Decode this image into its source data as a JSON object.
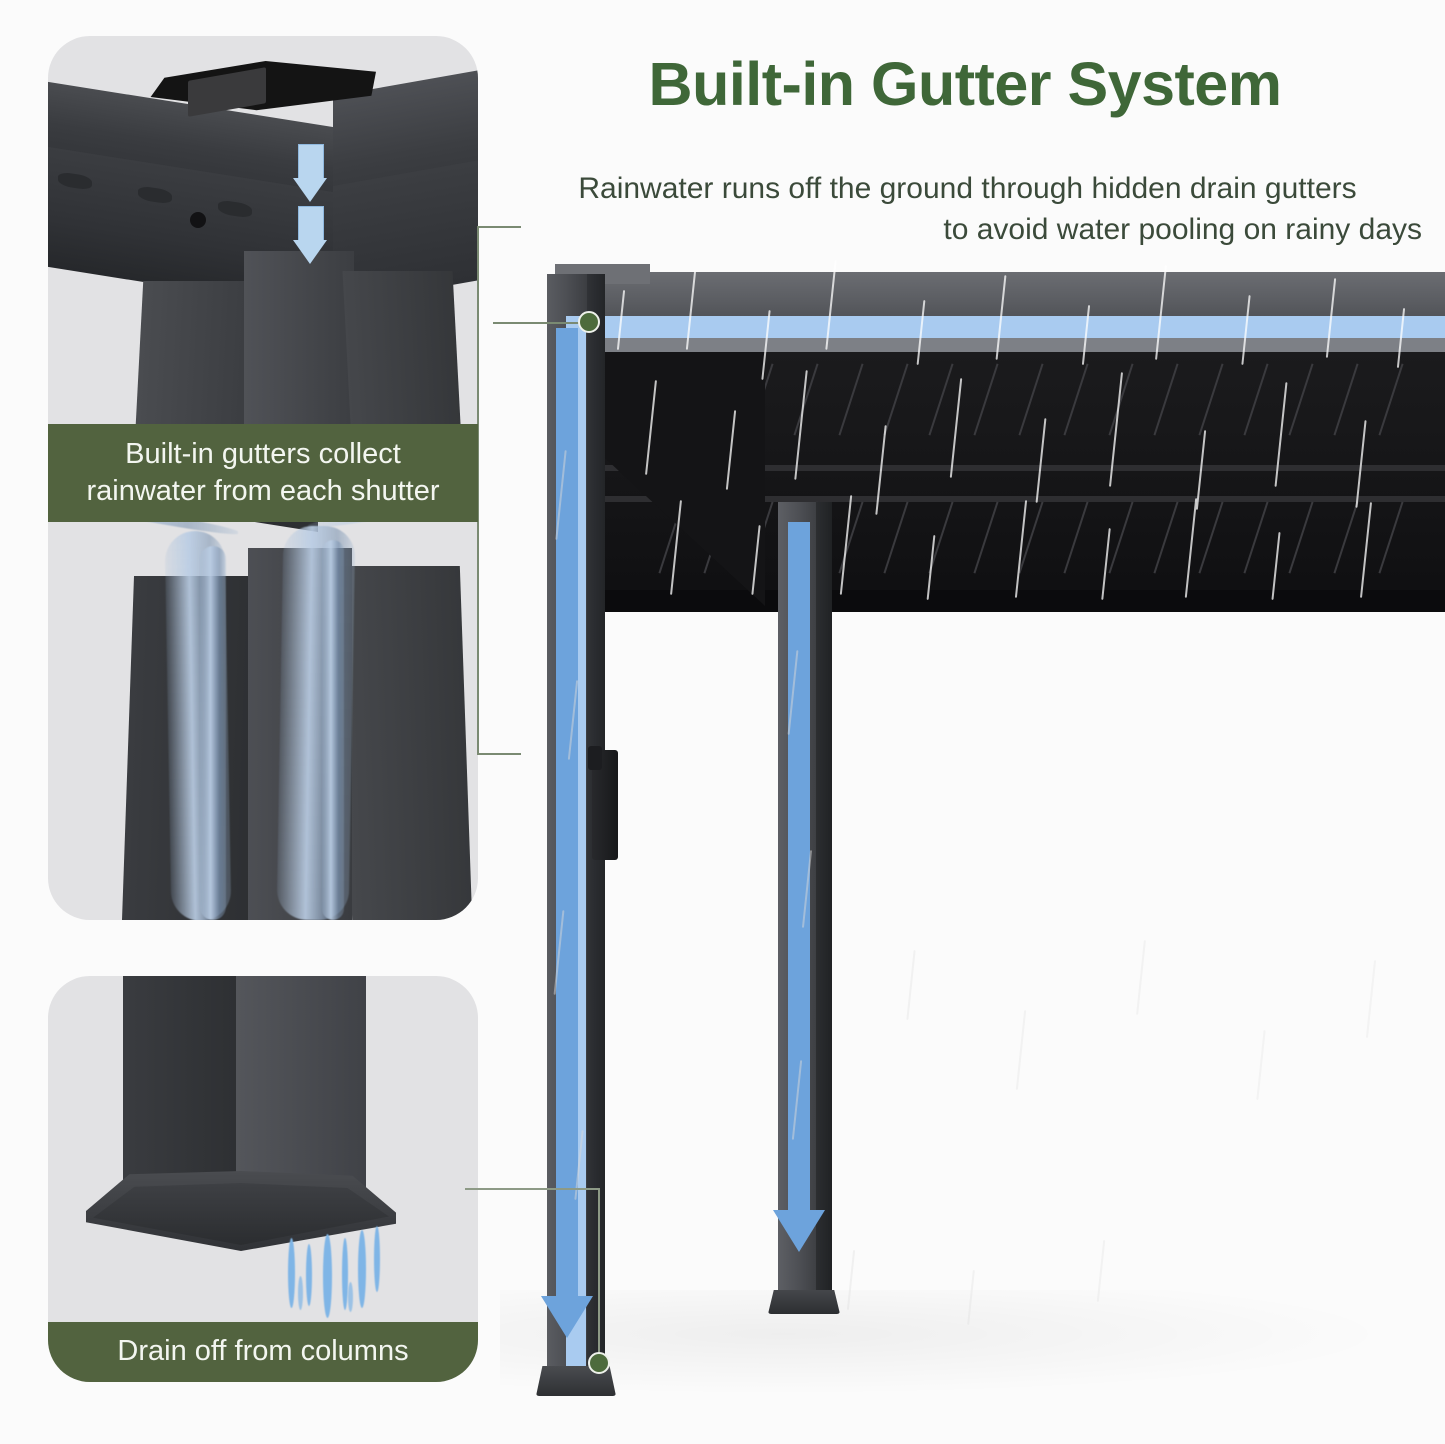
{
  "header": {
    "title": "Built-in Gutter System",
    "subtitle_line1": "Rainwater runs off the ground through hidden drain gutters",
    "subtitle_line2": "to avoid water pooling on rainy days"
  },
  "captions": {
    "top_line1": "Built-in gutters collect",
    "top_line2": "rainwater from each shutter",
    "bottom": "Drain off from columns"
  },
  "panels": [
    {
      "name": "gutter-corner-detail",
      "description": "Close-up of pergola corner beam joint with two downward blue arrows showing rainwater entering the hidden gutter channel"
    },
    {
      "name": "water-flow-detail",
      "description": "Close-up of pergola corner with water streams flowing down the post"
    },
    {
      "name": "column-base-detail",
      "description": "Close-up of column base with water spraying out at the bottom"
    }
  ],
  "main_image": {
    "name": "pergola-rain-diagram",
    "description": "Dark grey louvered pergola in the rain with blue flow lines tracing the gutter path along the top beam and down both columns",
    "crank_handle": "hand-crank-louver-handle"
  },
  "colors": {
    "title_green": "#3f6738",
    "caption_green": "#52633f",
    "flow_blue": "#a9cbf0",
    "arrow_blue": "#6da3dc",
    "arrow_blue_light": "#b9d6ef",
    "panel_bg": "#e2e2e4",
    "page_bg": "#fbfbfb",
    "frame_dark": "#3c3e42",
    "node_green": "#4d6b3c"
  },
  "markers": {
    "top_node_label": "gutter-entry-point",
    "bottom_node_label": "column-drain-point"
  }
}
